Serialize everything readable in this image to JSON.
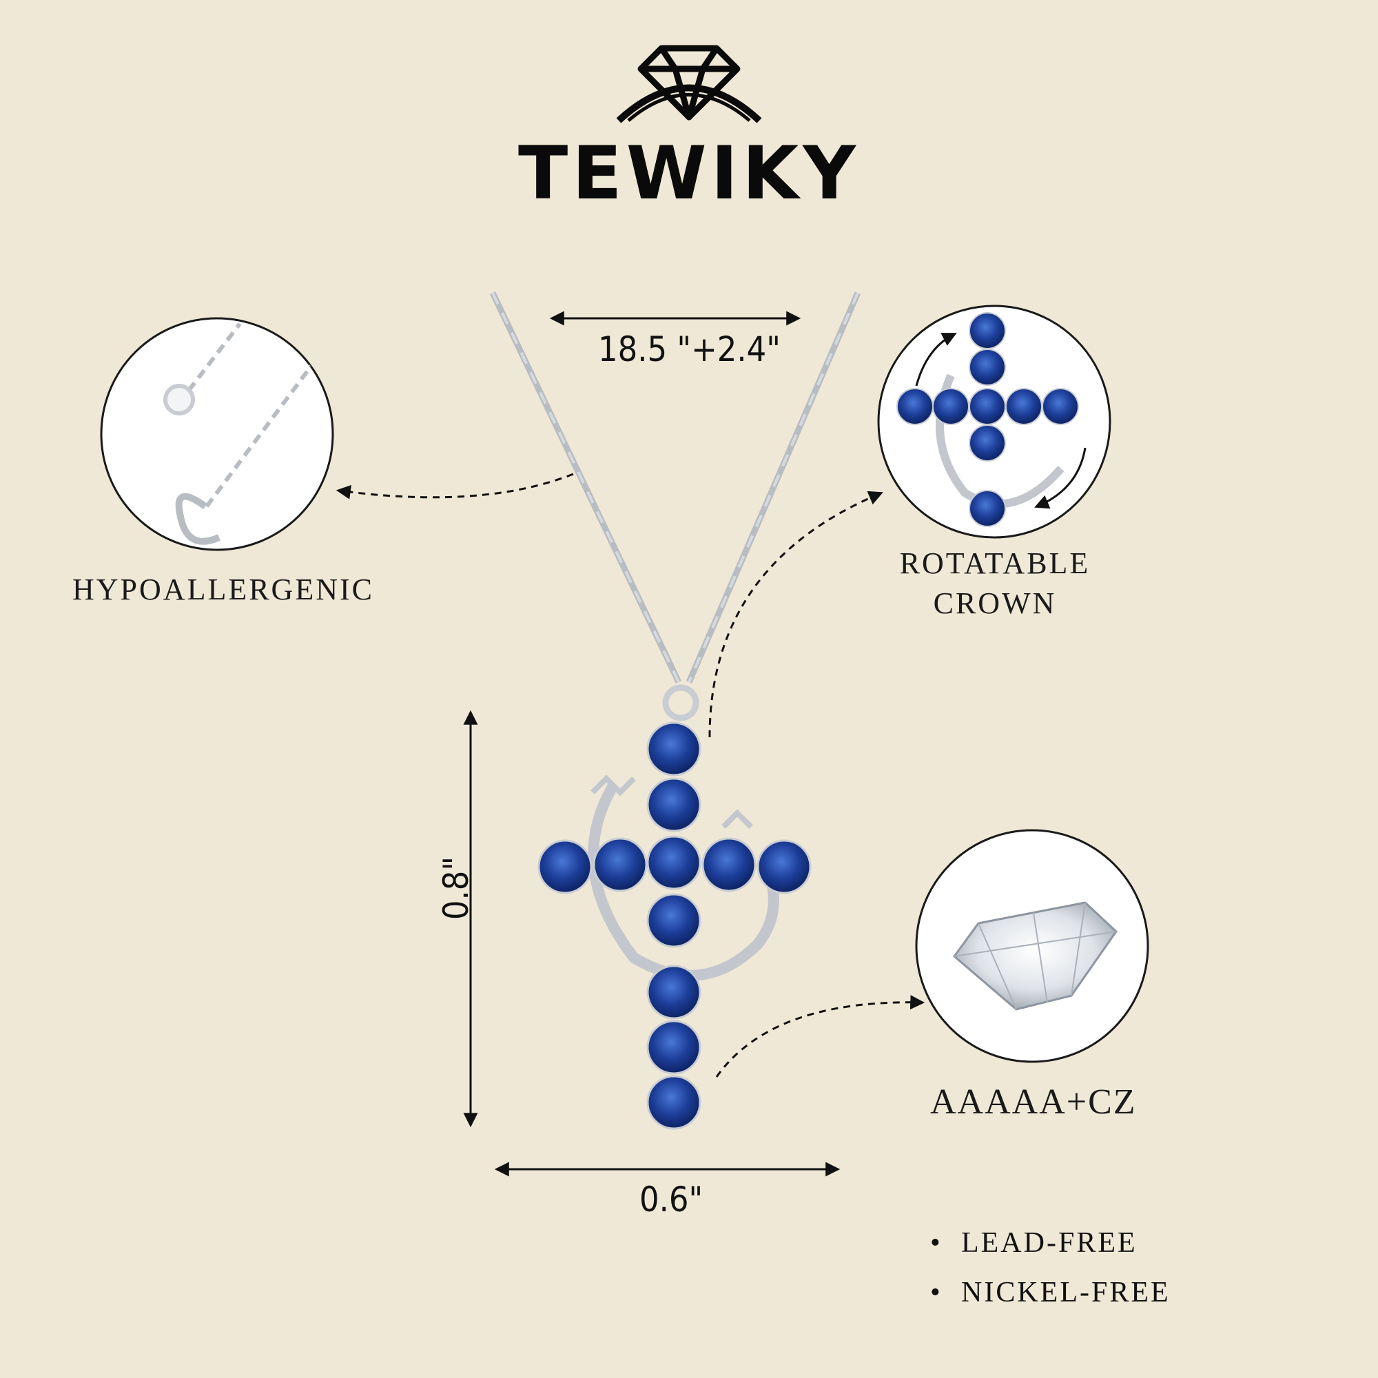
{
  "brand": {
    "name": "TEWIKY",
    "logo_icon": "diamond-ring-icon"
  },
  "dimensions": {
    "chain_length": "18.5 \"+2.4\"",
    "pendant_height": "0.8\"",
    "pendant_width": "0.6\""
  },
  "features": {
    "hypoallergenic": "HYPOALLERGENIC",
    "rotatable_line1": "ROTATABLE",
    "rotatable_line2": "CROWN",
    "cz": "AAAAA+CZ"
  },
  "badges": [
    "LEAD-FREE",
    "NICKEL-FREE"
  ],
  "colors": {
    "background": "#efe8d6",
    "stone": "#1d3f9a",
    "metal": "#c9cdd3",
    "ink": "#111111"
  }
}
